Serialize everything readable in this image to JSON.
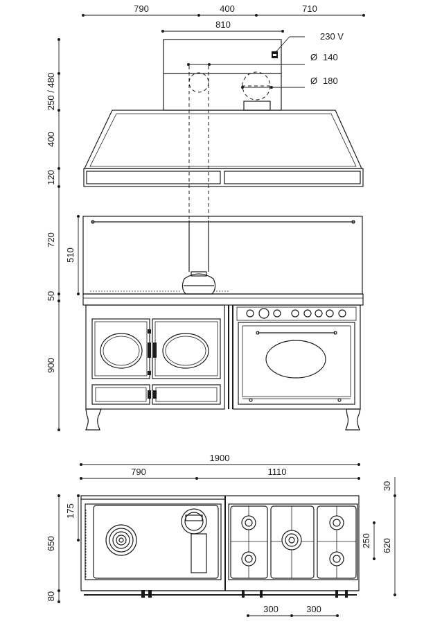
{
  "front_view": {
    "top_dims": {
      "left": "790",
      "middle": "400",
      "right": "710"
    },
    "hood_width": "810",
    "voltage": "230 V",
    "flue_small": "140",
    "flue_large": "180",
    "diameter_symbol": "Ø",
    "left_dims": {
      "chimney": "250 / 480",
      "hood": "400",
      "hood_band": "120",
      "splash": "720",
      "splash_inner": "510",
      "gap": "50",
      "body": "900"
    }
  },
  "plan_view": {
    "total_width": "1900",
    "left_width": "790",
    "right_width": "1110",
    "depth_offset": "175",
    "depth": "650",
    "front_band": "80",
    "back_offset": "30",
    "burner_spacing_v": "250",
    "right_depth": "620",
    "burner_spacing_h1": "300",
    "burner_spacing_h2": "300"
  },
  "icons": [
    "power-socket-icon",
    "burner-knob-icon",
    "gas-burner-icon",
    "hotplate-icon"
  ]
}
